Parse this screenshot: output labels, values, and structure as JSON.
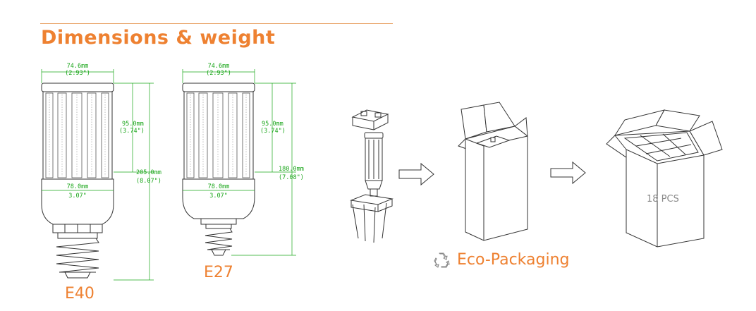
{
  "title": "Dimensions & weight",
  "accent_color": "#ee8131",
  "dimension_color": "#1aa61a",
  "bulbs": [
    {
      "label": "E40",
      "top_width": "74.6mm",
      "top_width_in": "(2.93\")",
      "head_height": "95.0mm",
      "head_height_in": "(3.74\")",
      "total_height": "205.0mm",
      "total_height_in": "(8.07\")",
      "body_width": "78.0mm",
      "body_width_in": "3.07\""
    },
    {
      "label": "E27",
      "top_width": "74.6mm",
      "top_width_in": "(2.93\")",
      "head_height": "95.0mm",
      "head_height_in": "(3.74\")",
      "total_height": "180.0mm",
      "total_height_in": "(7.08\")",
      "body_width": "78.0mm",
      "body_width_in": "3.07\""
    }
  ],
  "packaging": {
    "steps_icons": [
      "lamp-with-protectors-icon",
      "arrow-right-icon",
      "single-box-icon",
      "arrow-right-icon",
      "master-carton-icon"
    ],
    "carton_count": "18 PCS",
    "eco_label": "Eco-Packaging",
    "eco_icon": "recycle-icon"
  }
}
